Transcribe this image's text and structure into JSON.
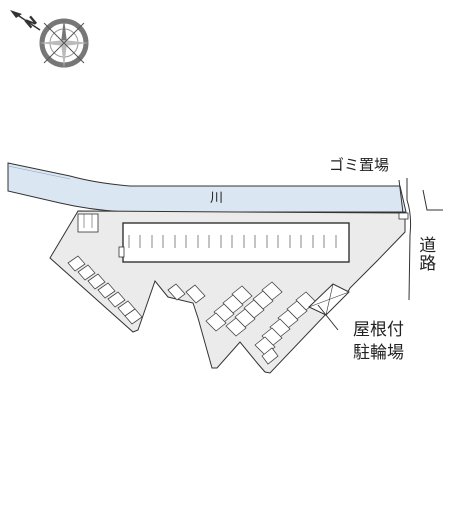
{
  "compass": {
    "north_label": "N"
  },
  "labels": {
    "river": "川",
    "road": "道路",
    "garbage": "ゴミ置場",
    "bike_line1": "屋根付",
    "bike_line2": "駐輪場"
  },
  "colors": {
    "site_fill": "#ebebeb",
    "river_fill": "#dbe6f3",
    "line": "#333333",
    "text": "#222222"
  }
}
